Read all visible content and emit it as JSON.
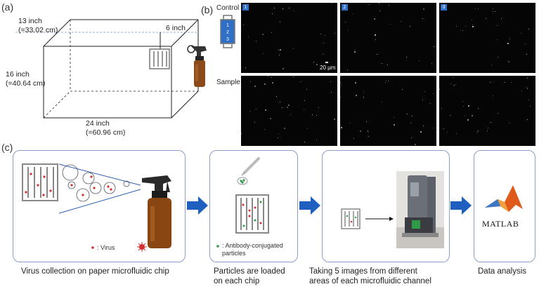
{
  "panel_a": {
    "label": "(a)",
    "height_top": "13 inch",
    "height_top_cm": "(=33.02 cm)",
    "depth": "6 inch",
    "height": "16 inch",
    "height_cm": "(=40.64 cm)",
    "width": "24 inch",
    "width_cm": "(=60.96 cm)"
  },
  "panel_b": {
    "label": "(b)",
    "row_control": "Control",
    "row_sample": "Sample",
    "chip_numbers": [
      "1",
      "2",
      "3"
    ],
    "scale_bar": "20 µm"
  },
  "panel_c": {
    "label": "(c)",
    "virus_legend": "Virus",
    "particles_legend": "Antibody-conjugated particles",
    "matlab_logo": "MATLAB",
    "captions": [
      "Virus collection on paper microfluidic chip",
      "Particles are loaded on each chip",
      "Taking 5 images from different areas of each microfluidic channel",
      "Data analysis"
    ],
    "caption_lines": {
      "c2_l1": "Particles are loaded",
      "c2_l2": "on each chip",
      "c3_l1": "Taking 5 images from different",
      "c3_l2": "areas of each microfluidic channel"
    }
  },
  "colors": {
    "arrow_blue": "#1f5fbf",
    "box_border": "#8aa0c8",
    "virus_red": "#d23030",
    "particle_green": "#2e9a4a",
    "matlab_orange": "#e05a1c"
  }
}
